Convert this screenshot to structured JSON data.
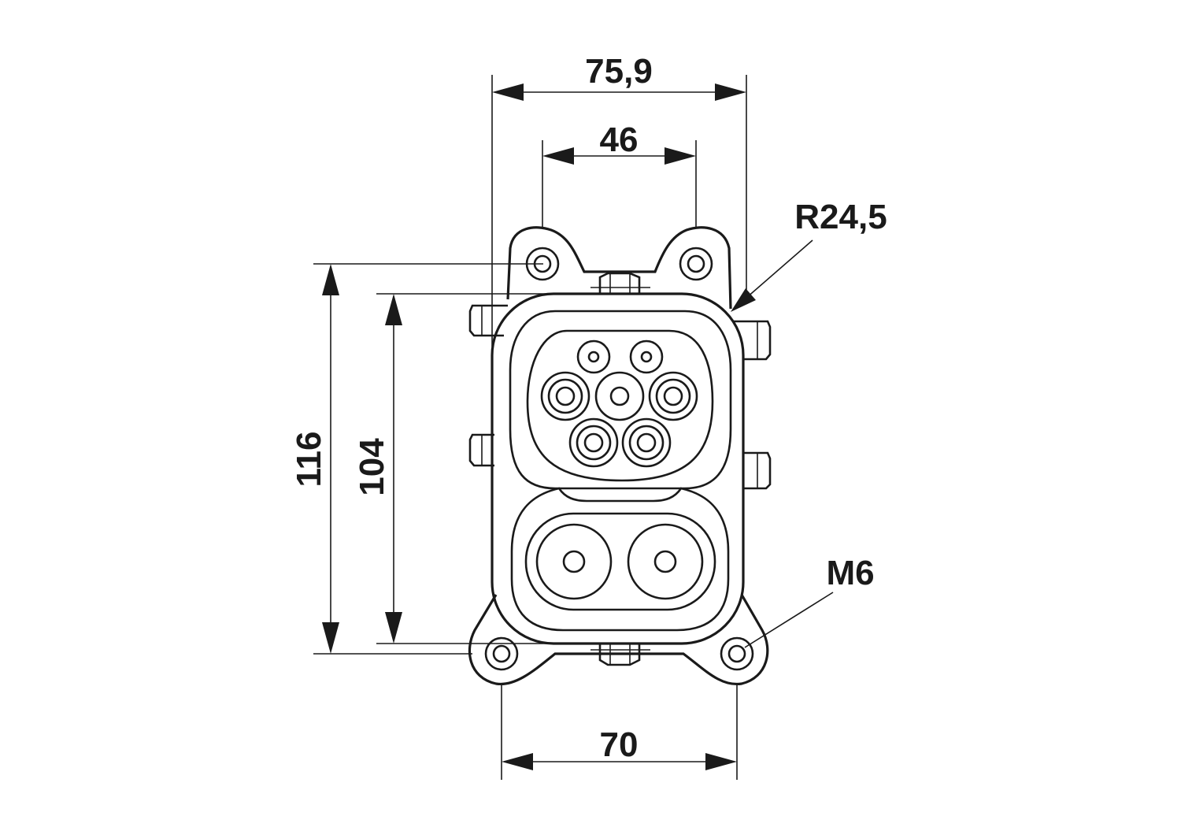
{
  "dimensions": {
    "overall_width": "75,9",
    "top_hole_spacing": "46",
    "corner_radius": "R24,5",
    "overall_height": "116",
    "body_height": "104",
    "thread": "M6",
    "bottom_hole_spacing": "70"
  },
  "colors": {
    "line": "#1a1a1a",
    "background": "#ffffff"
  }
}
